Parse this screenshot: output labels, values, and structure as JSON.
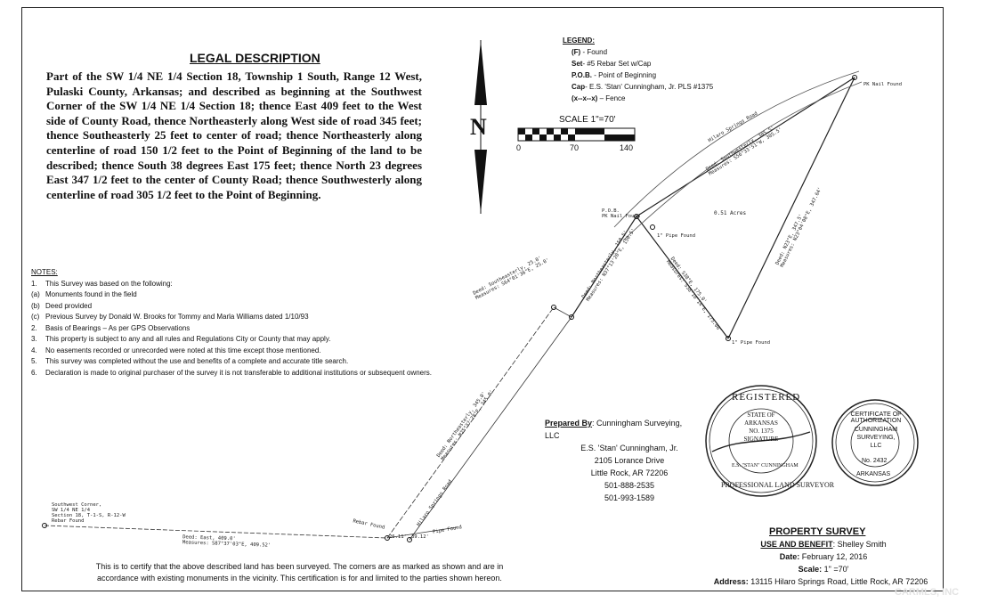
{
  "legal": {
    "title": "LEGAL DESCRIPTION",
    "text": "Part of the SW 1/4 NE 1/4 Section 18, Township 1 South, Range 12 West, Pulaski County, Arkansas; and described as beginning at the Southwest Corner of the SW 1/4 NE 1/4 Section 18; thence East 409 feet to the West side of County Road, thence Northeasterly along West side of road 345 feet; thence Southeasterly 25 feet to center of road; thence Northeasterly along centerline of road 150 1/2 feet to the Point of Beginning of the land to be described; thence South 38 degrees East 175 feet; thence North 23 degrees East 347 1/2 feet to the center of County Road; thence Southwesterly along centerline of road 305 1/2 feet to the Point of Beginning."
  },
  "notes": {
    "title": "NOTES:",
    "items": [
      {
        "label": "1.",
        "text": "This Survey was based on the following:"
      },
      {
        "label": "(a)",
        "text": "Monuments found in the field"
      },
      {
        "label": "(b)",
        "text": "Deed provided"
      },
      {
        "label": "(c)",
        "text": "Previous Survey by Donald W. Brooks for Tommy and Marla Williams dated 1/10/93"
      },
      {
        "label": "2.",
        "text": "Basis of Bearings – As per GPS Observations"
      },
      {
        "label": "3.",
        "text": "This property is subject to any and all rules and Regulations City or County that may apply."
      },
      {
        "label": "4.",
        "text": "No easements recorded or unrecorded were noted at this time except those mentioned."
      },
      {
        "label": "5.",
        "text": "This survey was completed without the use and benefits of a complete and accurate title search."
      },
      {
        "label": "6.",
        "text": "Declaration is made to original purchaser of the survey it is not transferable to additional institutions or subsequent owners."
      }
    ]
  },
  "legend": {
    "title": "LEGEND:",
    "items": [
      {
        "key": "(F)",
        "desc": " - Found"
      },
      {
        "key": "Set",
        "desc": "- #5 Rebar Set w/Cap"
      },
      {
        "key": "P.O.B.",
        "desc": " - Point of Beginning"
      },
      {
        "key": "Cap",
        "desc": "- E.S. 'Stan' Cunningham, Jr. PLS #1375"
      },
      {
        "key": "(x--x--x)",
        "desc": " – Fence"
      }
    ]
  },
  "scale": {
    "label": "SCALE   1\"=70'",
    "ticks": [
      "0",
      "70",
      "140"
    ]
  },
  "north_label": "N",
  "plat": {
    "sw_corner": "Southwest Corner,\nSW 1/4 NE 1/4\nSection 18, T-1-S, R-12-W\nRebar Found",
    "west_line": "Deed: East, 409.0'\nMeasures: S87°37'03\"E, 409.52'",
    "rebar_found": "Rebar Found",
    "pipe_found_bottom": "Pipe Found",
    "seg_a": "26.11'",
    "seg_b": "39.12'",
    "deed_ne_345": "Deed: Northeasterly, 345.0'\nMeasures: N25°37'28\"E, 345.0'",
    "deed_se_25": "Deed: Southeasterly, 25.0'\nMeasures: S64°01'36\"E, 25.0'",
    "deed_ne_150": "Deed: Northeasterly, 150.5'\nMeasures: N37°13'20\"E, 150.5'",
    "pob": "P.O.B.\nPK Nail Found",
    "pipe_found_1": "1\" Pipe Found",
    "deed_s38": "Deed: S38°E, 175.0'\nMeasures: S38°10'14\"E, 175.08'",
    "pipe_found_2": "1\" Pipe Found",
    "deed_n23": "Deed: N23°E, 347.5'\nMeasures: N23°04'08\"E, 347.64'",
    "acres": "0.51 Acres",
    "pk_nail": "PK Nail Found",
    "road": "Hilaro Springs Road",
    "deed_sw_305": "Deed: Southwesterly, 305.5'\nMeasures: S56°33'51\"W, 305.5'",
    "road_small": "Hilaro Springs Road"
  },
  "prepared": {
    "label": "Prepared By",
    "company": ": Cunningham Surveying, LLC",
    "lines": [
      "E.S. 'Stan' Cunningham, Jr.",
      "2105 Lorance Drive",
      "Little Rock, AR 72206",
      "501-888-2535",
      "501-993-1589"
    ]
  },
  "seal1": {
    "top": "REGISTERED",
    "center": [
      "STATE OF",
      "ARKANSAS",
      "NO. 1375",
      "SIGNATURE",
      "E.S. \"STAN\" CUNNINGHAM"
    ],
    "bottom": "PROFESSIONAL LAND SURVEYOR"
  },
  "seal2": {
    "top": "CERTIFICATE OF AUTHORIZATION",
    "center": [
      "CUNNINGHAM",
      "SURVEYING,",
      "LLC"
    ],
    "number": "No. 2432",
    "bottom": "ARKANSAS"
  },
  "survey": {
    "title": "PROPERTY SURVEY",
    "use_label": "USE AND BENEFIT",
    "use_value": ": Shelley Smith",
    "date_label": "Date:",
    "date_value": " February 12, 2016",
    "scale_label": "Scale:",
    "scale_value": " 1\" =70'",
    "address_label": "Address:",
    "address_value": " 13115 Hilaro Springs Road, Little Rock, AR 72206"
  },
  "certification": "This is to certify that the above described land has been surveyed. The corners are as marked as shown and are in accordance with existing monuments in the vicinity. This certification is for and limited to the parties shown hereon.",
  "watermark": "CARMLS, INC"
}
